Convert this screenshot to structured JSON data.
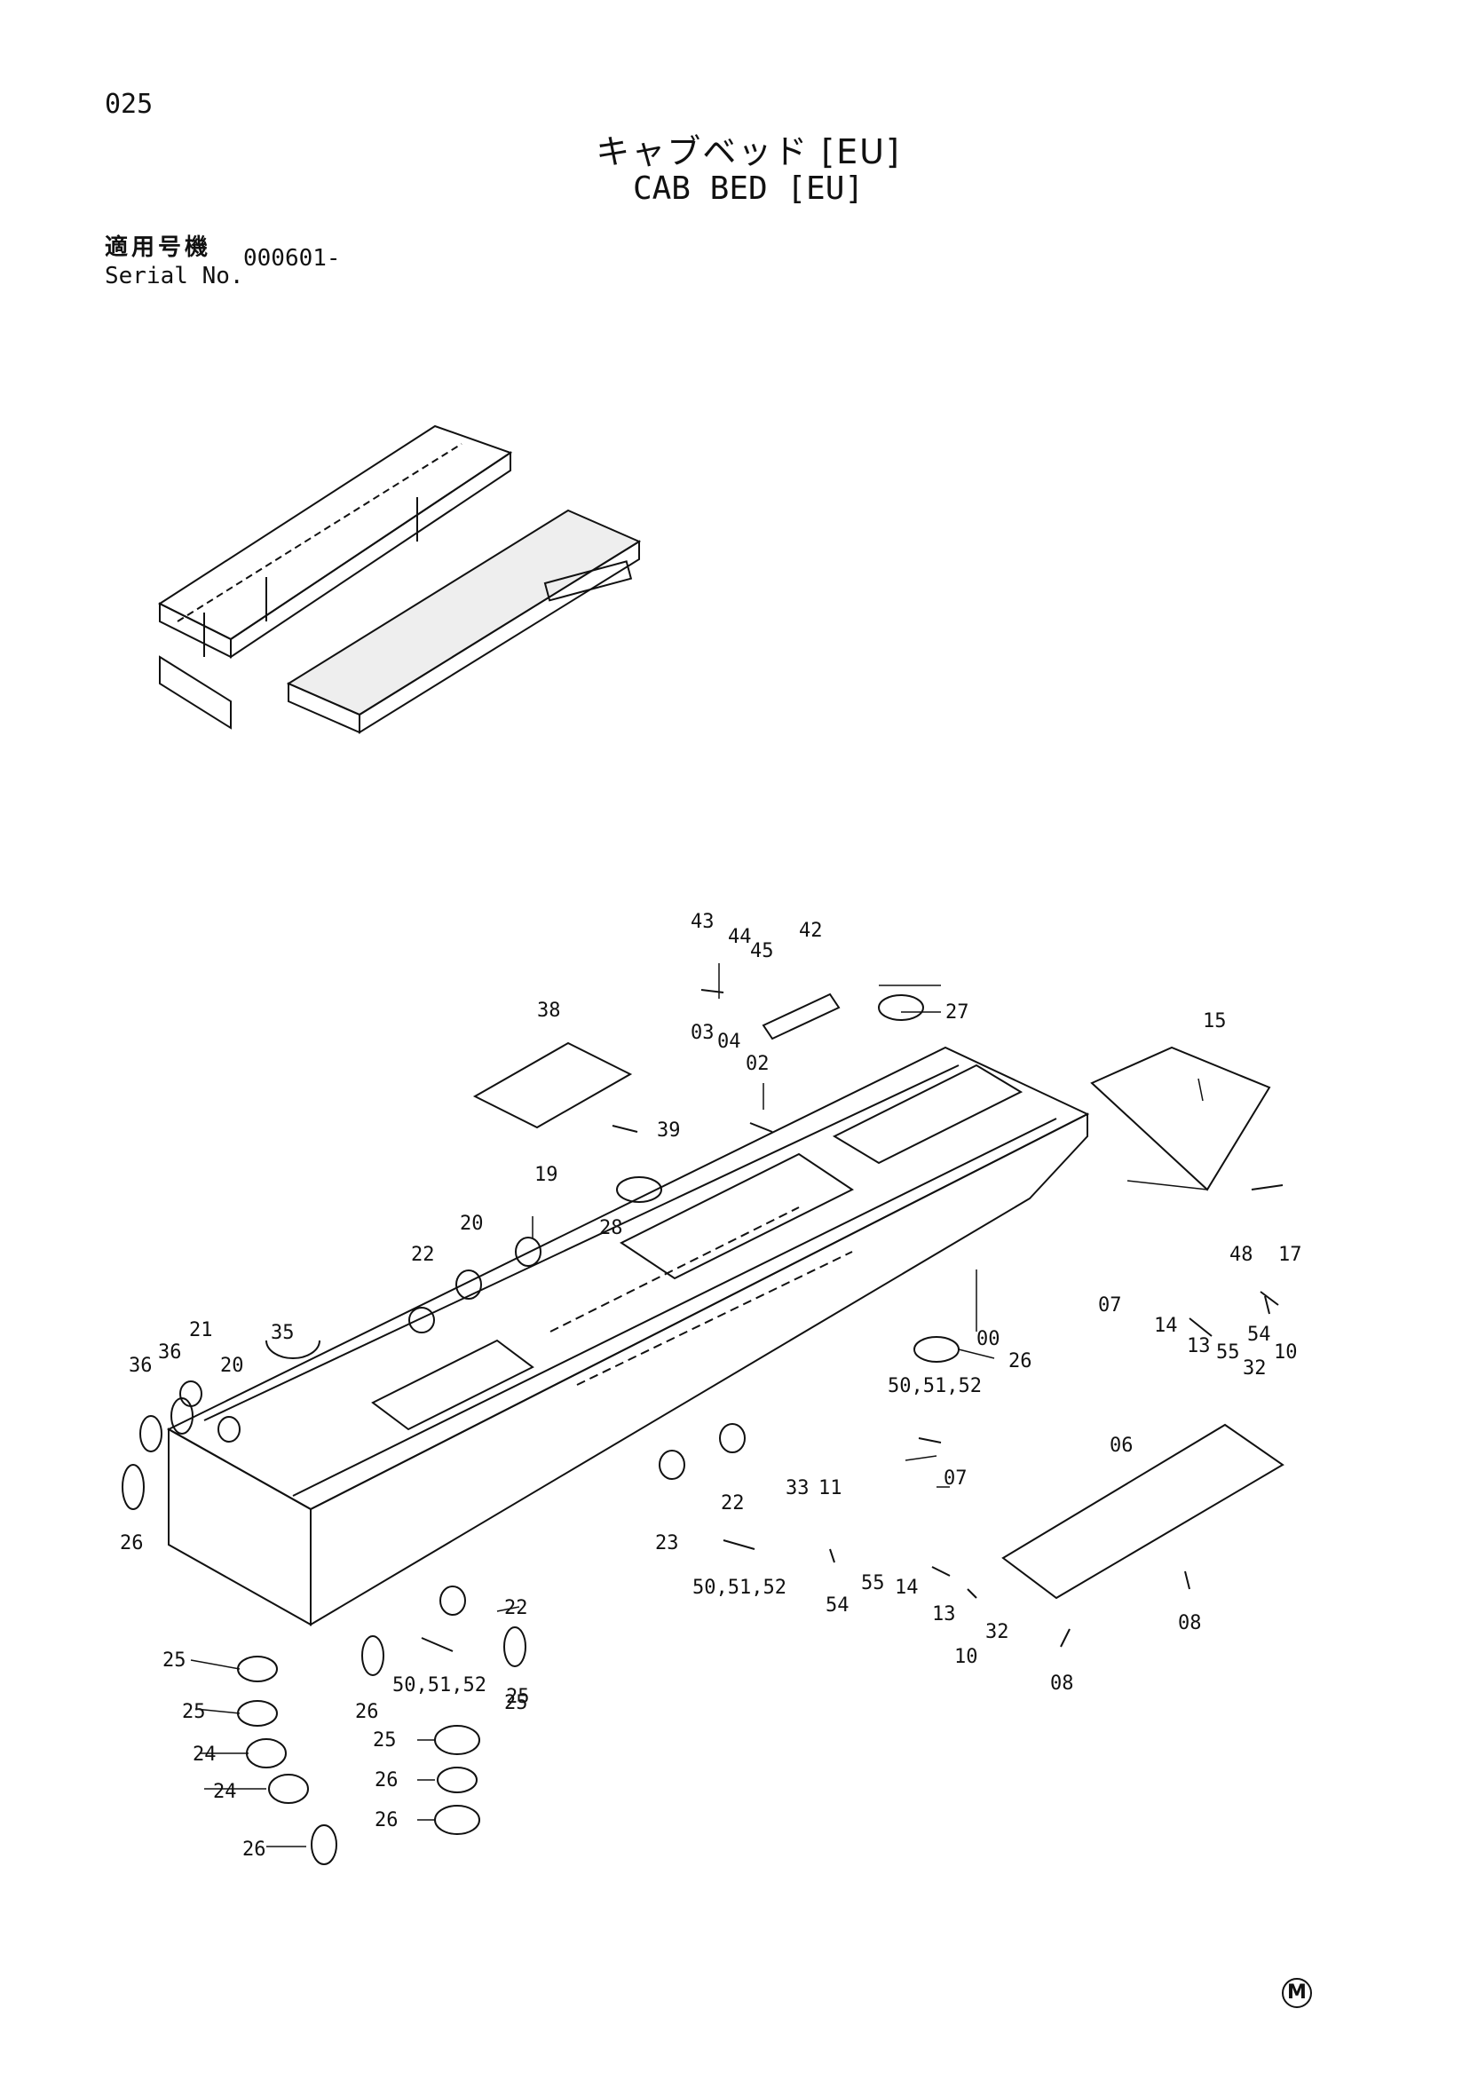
{
  "header": {
    "page_number": "025",
    "title_jp": "キャブベッド [EU]",
    "title_en": "CAB BED [EU]",
    "serial_label_jp": "適用号機",
    "serial_label_en": "Serial No.",
    "serial_value": "000601-"
  },
  "footer": {
    "mark": "M"
  },
  "part_labels": [
    "43",
    "44",
    "45",
    "42",
    "27",
    "38",
    "03",
    "04",
    "02",
    "39",
    "15",
    "19",
    "20",
    "22",
    "28",
    "48",
    "17",
    "21",
    "35",
    "36",
    "36",
    "20",
    "00",
    "26",
    "07",
    "14",
    "13",
    "54",
    "55",
    "32",
    "10",
    "50,51,52",
    "33",
    "11",
    "07",
    "06",
    "22",
    "23",
    "26",
    "50,51,52",
    "54",
    "55",
    "14",
    "13",
    "32",
    "10",
    "08",
    "08",
    "22",
    "25",
    "25",
    "25",
    "24",
    "24",
    "26",
    "26",
    "25",
    "26",
    "26",
    "50,51,52",
    "25"
  ]
}
